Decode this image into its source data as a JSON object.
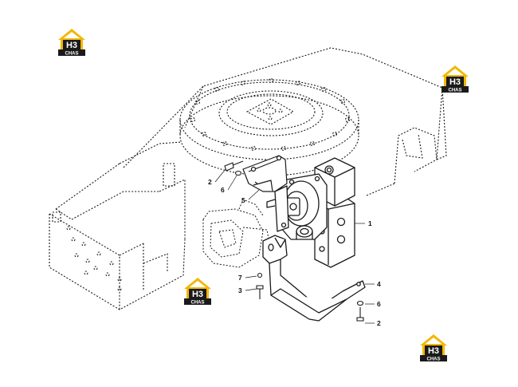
{
  "callouts": {
    "c1": "1",
    "c2a": "2",
    "c2b": "2",
    "c3": "3",
    "c4": "4",
    "c5": "5",
    "c6a": "6",
    "c6b": "6",
    "c7": "7"
  },
  "watermark": {
    "mark": "H3",
    "sub": "CHAS",
    "colors": {
      "roof": "#f2b705",
      "plate": "#1a1a1a",
      "text": "#ffffff"
    }
  },
  "colors": {
    "line": "#1a1a1a",
    "background": "#ffffff"
  }
}
